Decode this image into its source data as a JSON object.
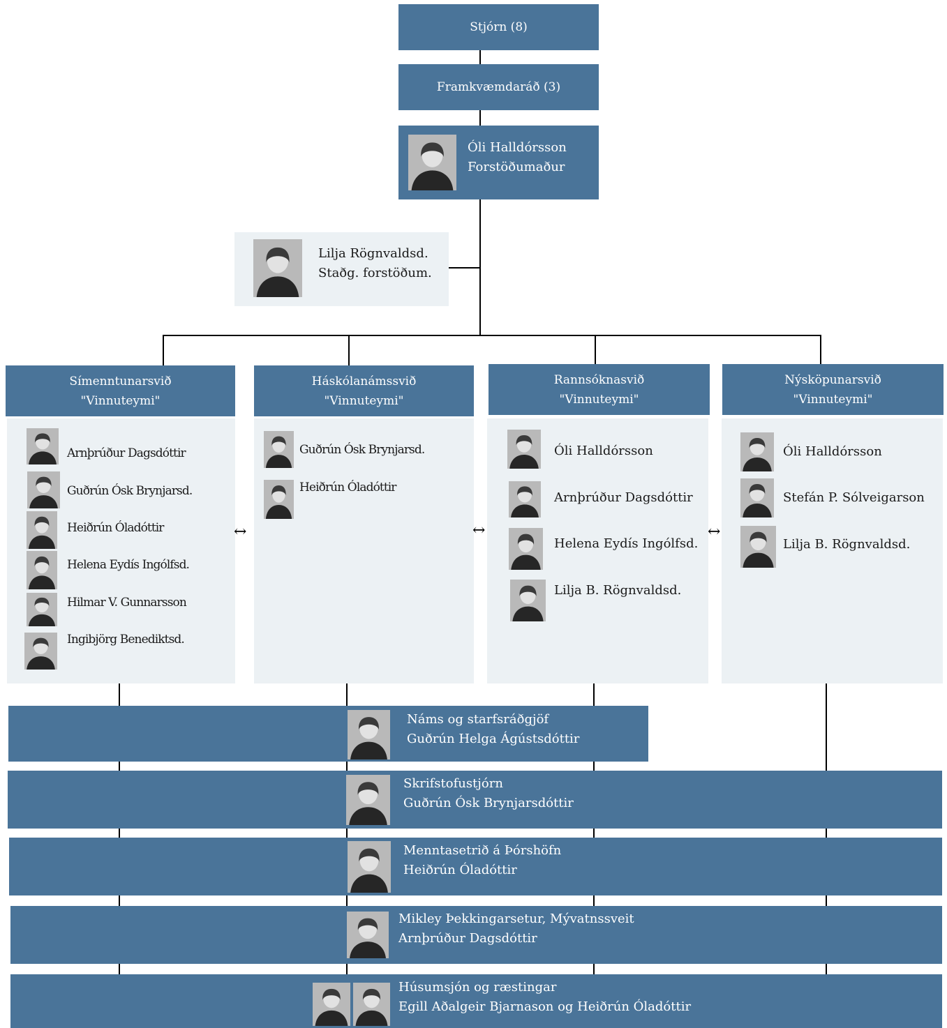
{
  "top": {
    "board": "Stjórn (8)",
    "exec": "Framkvæmdaráð (3)",
    "director": {
      "name": "Óli Halldórsson",
      "title": "Forstöðumaður"
    },
    "deputy": {
      "name": "Lilja Rögnvaldsd.",
      "title": "Staðg. forstöðum."
    }
  },
  "divisions": [
    {
      "title": "Símenntunarsvið",
      "subtitle": "\"Vinnuteymi\"",
      "members": [
        "Arnþrúður Dagsdóttir",
        "Guðrún Ósk Brynjarsd.",
        "Heiðrún Óladóttir",
        "Helena Eydís Ingólfsd.",
        "Hilmar V. Gunnarsson",
        "Ingibjörg Benediktsd."
      ]
    },
    {
      "title": "Háskólanámssvið",
      "subtitle": "\"Vinnuteymi\"",
      "members": [
        "Guðrún Ósk Brynjarsd.",
        "Heiðrún Óladóttir"
      ]
    },
    {
      "title": "Rannsóknasvið",
      "subtitle": "\"Vinnuteymi\"",
      "members": [
        "Óli Halldórsson",
        "Arnþrúður Dagsdóttir",
        "Helena Eydís Ingólfsd.",
        "Lilja B. Rögnvaldsd."
      ]
    },
    {
      "title": "Nýsköpunarsvið",
      "subtitle": "\"Vinnuteymi\"",
      "members": [
        "Óli Halldórsson",
        "Stefán P. Sólveigarson",
        "Lilja B. Rögnvaldsd."
      ]
    }
  ],
  "services": [
    {
      "title": "Náms og starfsráðgjöf",
      "person": "Guðrún Helga Ágústsdóttir"
    },
    {
      "title": "Skrifstofustjórn",
      "person": "Guðrún Ósk Brynjarsdóttir"
    },
    {
      "title": "Menntasetrið á Þórshöfn",
      "person": "Heiðrún Óladóttir"
    },
    {
      "title": "Mikley Þekkingarsetur, Mývatnssveit",
      "person": "Arnþrúður Dagsdóttir"
    },
    {
      "title": "Húsumsjón og ræstingar",
      "person": "Egill Aðalgeir Bjarnason og Heiðrún Óladóttir"
    }
  ],
  "arrow_symbol": "↔",
  "colors": {
    "dark": "#4a7499",
    "light": "#ecf1f4",
    "line": "#000000"
  }
}
